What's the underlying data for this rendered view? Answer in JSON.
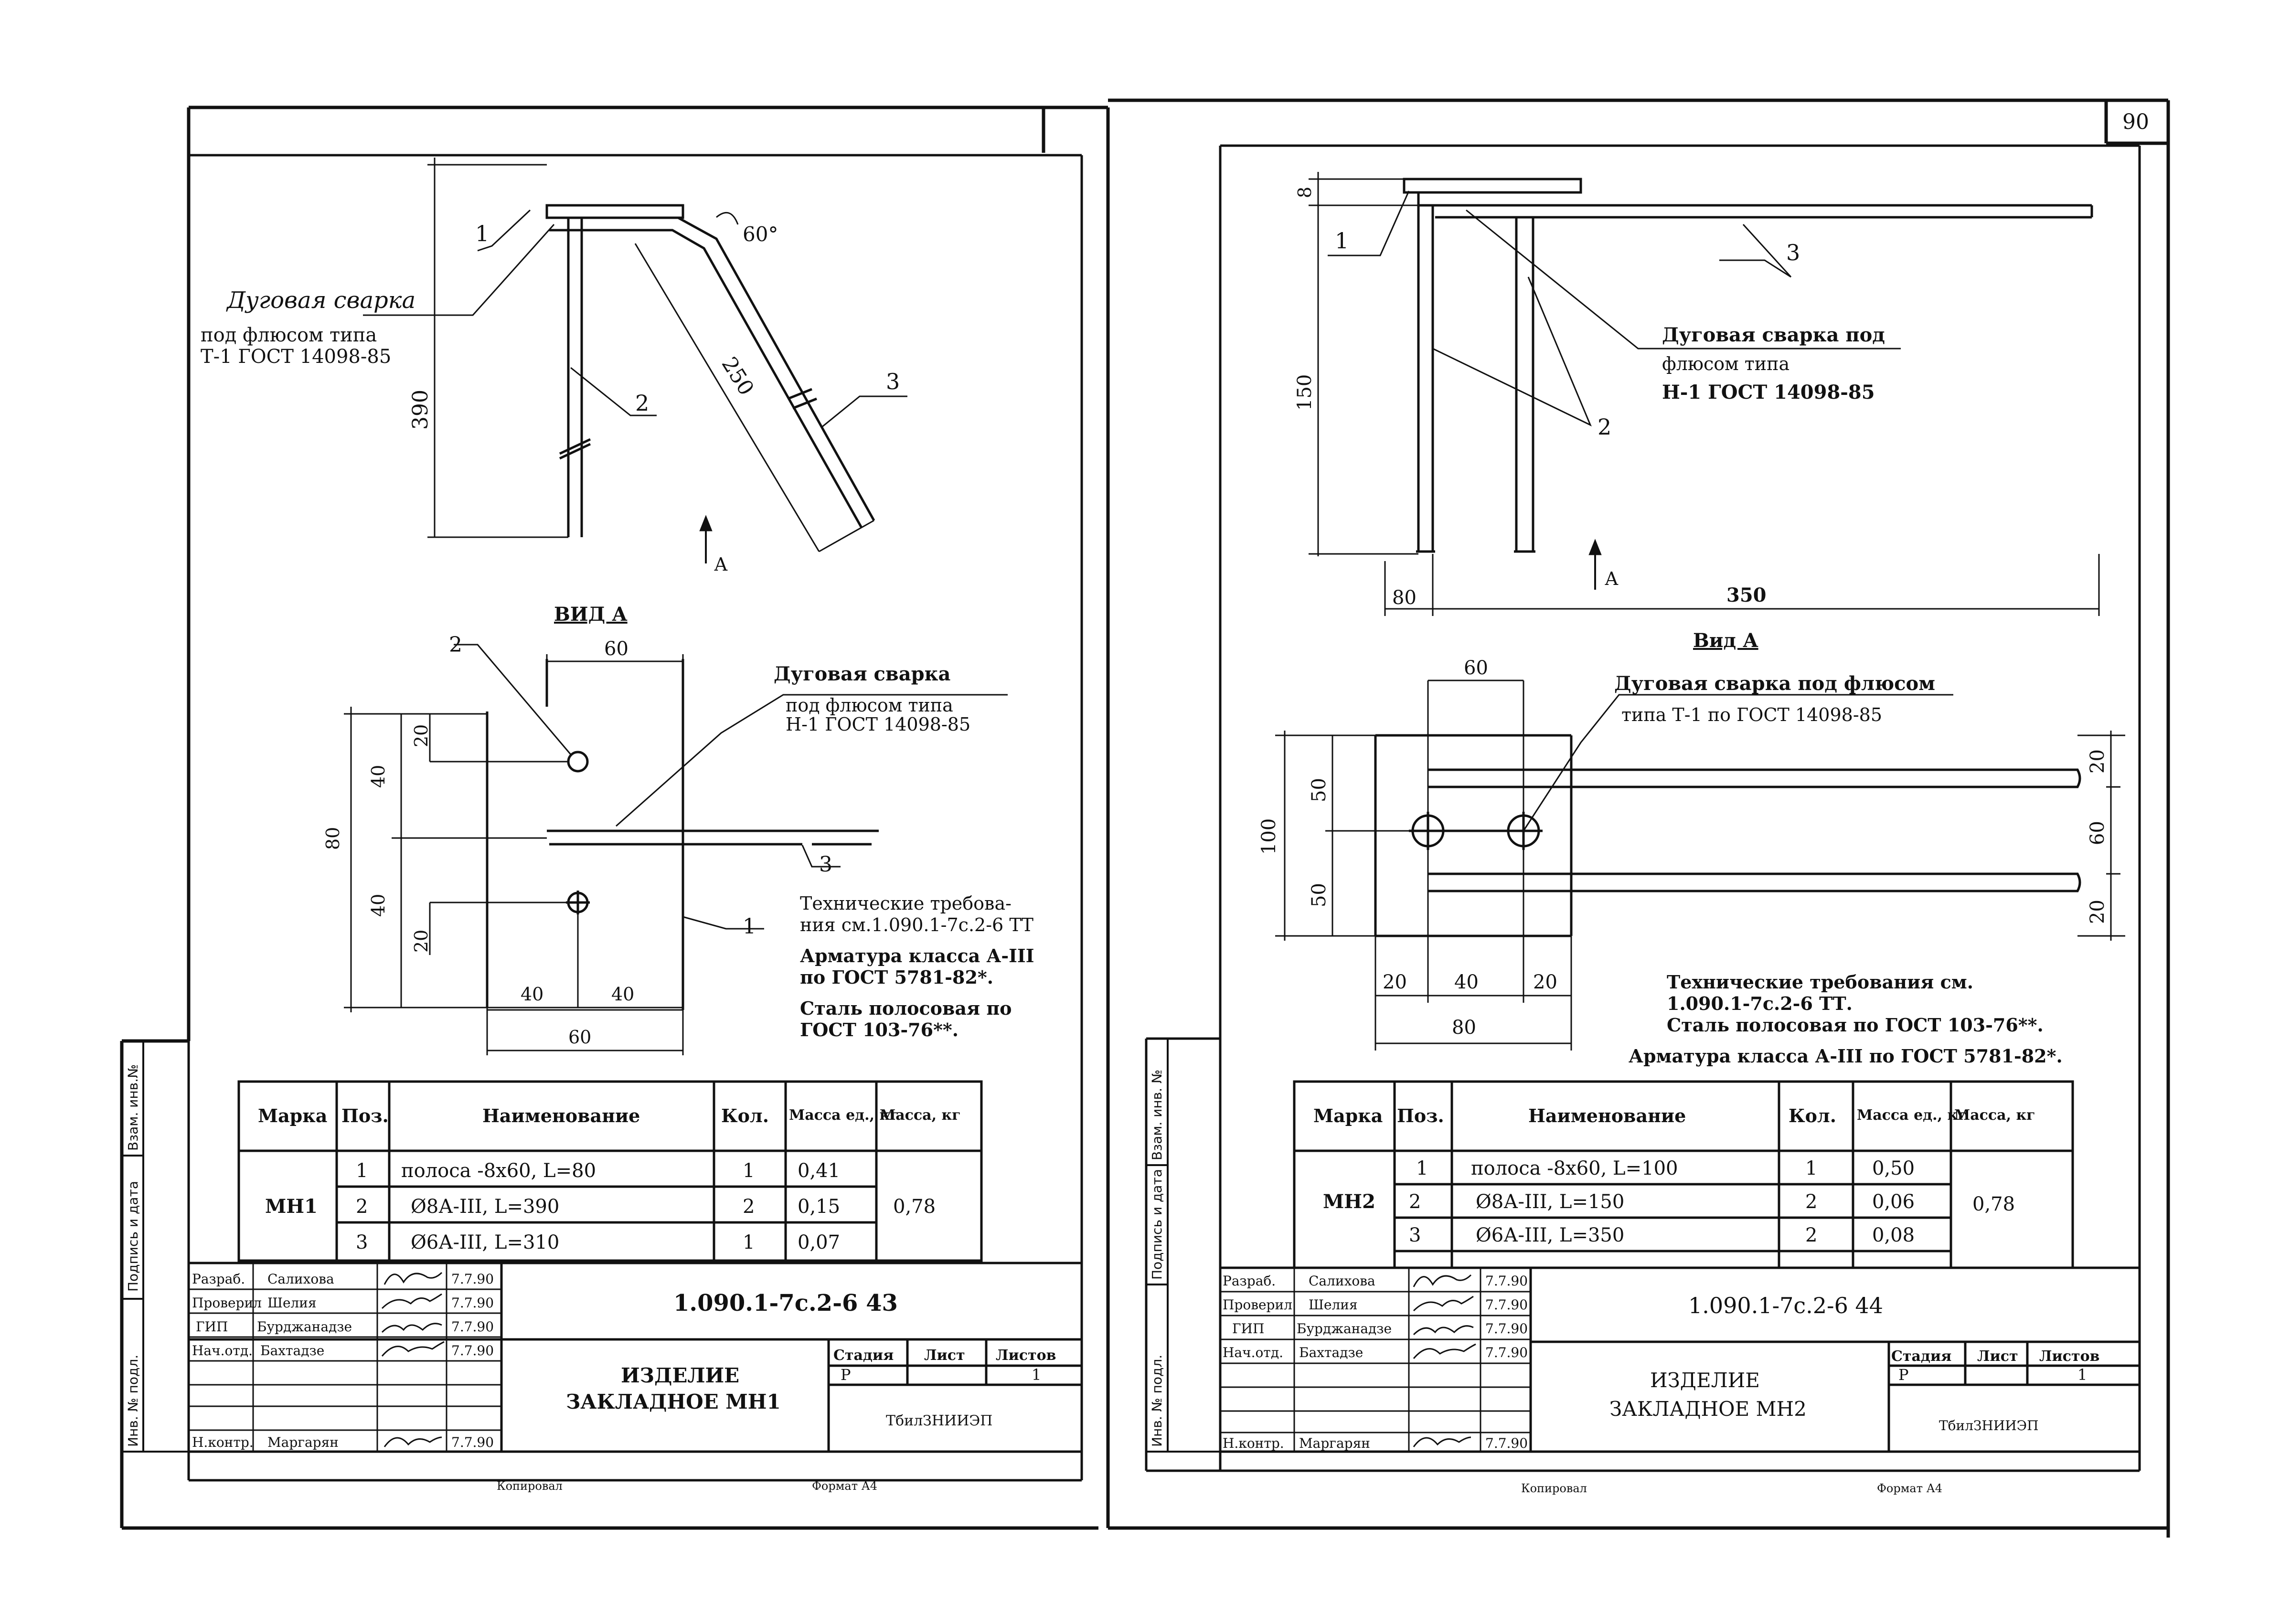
{
  "page_number": "90",
  "left_sheet": {
    "drawing": {
      "label_pos1": "1",
      "label_pos2": "2",
      "label_pos3": "3",
      "weld_note_line1": "Дуговая сварка",
      "weld_note_line2": "под флюсом типа",
      "weld_note_line3": "Т-1 ГОСТ 14098-85",
      "dim_390": "390",
      "dim_250": "250",
      "angle_60": "60°",
      "view_arrow": "А"
    },
    "view": {
      "title": "ВИД А",
      "label_pos2": "2",
      "label_pos3": "3",
      "label_pos1": "1",
      "dim_top_60": "60",
      "dim_20a": "20",
      "dim_40a": "40",
      "dim_80": "80",
      "dim_40b": "40",
      "dim_20b": "20",
      "dim_bot_40a": "40",
      "dim_bot_40b": "40",
      "dim_bot_60": "60",
      "weld_note_line1": "Дуговая сварка",
      "weld_note_line2": "под флюсом типа",
      "weld_note_line3": "Н-1 ГОСТ 14098-85"
    },
    "notes": {
      "line1": "Технические требова-",
      "line2": "ния см.1.090.1-7с.2-6 ТТ",
      "line3": "Арматура класса А-III",
      "line4": "по ГОСТ 5781-82*.",
      "line5": "Сталь полосовая по",
      "line6": "ГОСТ 103-76**."
    },
    "spec_table": {
      "headers": [
        "Марка",
        "Поз.",
        "Наименование",
        "Кол.",
        "Масса ед., кг",
        "Масса, кг"
      ],
      "mark": "МН1",
      "rows": [
        {
          "pos": "1",
          "name": "полоса -8х60, L=80",
          "qty": "1",
          "mass_unit": "0,41"
        },
        {
          "pos": "2",
          "name": "Ø8А-III, L=390",
          "qty": "2",
          "mass_unit": "0,15"
        },
        {
          "pos": "3",
          "name": "Ø6А-III, L=310",
          "qty": "1",
          "mass_unit": "0,07"
        }
      ],
      "mass_total": "0,78"
    },
    "title_block": {
      "roles": [
        "Разраб.",
        "Проверил",
        "ГИП",
        "Нач.отд.",
        "",
        "Н.контр."
      ],
      "names": [
        "Салихова",
        "Шелия",
        "Бурджанадзе",
        "Бахтадзе",
        "",
        "Маргарян"
      ],
      "dates": [
        "7.7.90",
        "7.7.90",
        "7.7.90",
        "7.7.90",
        "",
        "7.7.90"
      ],
      "doc_code": "1.090.1-7с.2-6 43",
      "item_name_line1": "ИЗДЕЛИЕ",
      "item_name_line2": "ЗАКЛАДНОЕ МН1",
      "stage_header": "Стадия",
      "sheet_header": "Лист",
      "sheets_header": "Листов",
      "stage_value": "Р",
      "sheets_value": "1",
      "organization": "ТбилЗНИИЭП"
    },
    "side_stamp": [
      "Инв. № подл.",
      "Подпись и дата",
      "Взам. инв.№"
    ],
    "footer_copied": "Копировал",
    "footer_format": "Формат А4"
  },
  "right_sheet": {
    "drawing": {
      "label_pos1": "1",
      "label_pos2": "2",
      "label_pos3": "3",
      "dim_8": "8",
      "dim_150": "150",
      "dim_80": "80",
      "dim_350": "350",
      "view_arrow": "А",
      "weld_note_line1": "Дуговая сварка под",
      "weld_note_line2": "флюсом типа",
      "weld_note_line3": "Н-1 ГОСТ 14098-85"
    },
    "view": {
      "title": "Вид А",
      "dim_top_60": "60",
      "weld_note_line1": "Дуговая сварка под флюсом",
      "weld_note_line2": "типа Т-1 по ГОСТ 14098-85",
      "dim_100": "100",
      "dim_50a": "50",
      "dim_50b": "50",
      "dim_r20a": "20",
      "dim_r60": "60",
      "dim_r20b": "20",
      "dim_bot_20a": "20",
      "dim_bot_40": "40",
      "dim_bot_20b": "20",
      "dim_bot_80": "80"
    },
    "notes": {
      "line1": "Технические требования см.",
      "line2": "1.090.1-7с.2-6 ТТ.",
      "line3": "Сталь полосовая по ГОСТ 103-76**.",
      "line4": "Арматура класса А-III по ГОСТ 5781-82*."
    },
    "spec_table": {
      "headers": [
        "Марка",
        "Поз.",
        "Наименование",
        "Кол.",
        "Масса ед., кг",
        "Масса, кг"
      ],
      "mark": "МН2",
      "rows": [
        {
          "pos": "1",
          "name": "полоса -8х60, L=100",
          "qty": "1",
          "mass_unit": "0,50"
        },
        {
          "pos": "2",
          "name": "Ø8А-III, L=150",
          "qty": "2",
          "mass_unit": "0,06"
        },
        {
          "pos": "3",
          "name": "Ø6А-III, L=350",
          "qty": "2",
          "mass_unit": "0,08"
        }
      ],
      "mass_total": "0,78"
    },
    "title_block": {
      "roles": [
        "Разраб.",
        "Проверил",
        "ГИП",
        "Нач.отд.",
        "",
        "Н.контр."
      ],
      "names": [
        "Салихова",
        "Шелия",
        "Бурджанадзе",
        "Бахтадзе",
        "",
        "Маргарян"
      ],
      "dates": [
        "7.7.90",
        "7.7.90",
        "7.7.90",
        "7.7.90",
        "",
        "7.7.90"
      ],
      "doc_code": "1.090.1-7с.2-6 44",
      "item_name_line1": "ИЗДЕЛИЕ",
      "item_name_line2": "ЗАКЛАДНОЕ МН2",
      "stage_header": "Стадия",
      "sheet_header": "Лист",
      "sheets_header": "Листов",
      "stage_value": "Р",
      "sheets_value": "1",
      "organization": "ТбилЗНИИЭП"
    },
    "side_stamp": [
      "Инв. № подл.",
      "Подпись и дата",
      "Взам. инв. №"
    ],
    "footer_copied": "Копировал",
    "footer_format": "Формат А4"
  }
}
